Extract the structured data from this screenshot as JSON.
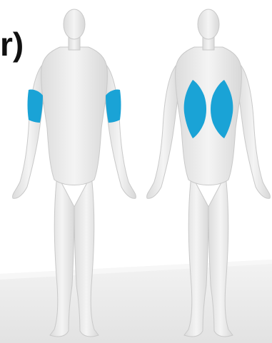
{
  "caption": {
    "text_fragment": "r)"
  },
  "figures": [
    {
      "view": "front",
      "highlighted_muscles": [
        "left-upper-arm",
        "right-upper-arm"
      ]
    },
    {
      "view": "back",
      "highlighted_muscles": [
        "left-upper-back",
        "right-upper-back"
      ]
    }
  ],
  "colors": {
    "background": "#ffffff",
    "body_fill": "#ececec",
    "body_outline": "#c9c9c9",
    "highlight": "#1aa3d6",
    "floor": "#e6e6e6",
    "text": "#111111"
  }
}
